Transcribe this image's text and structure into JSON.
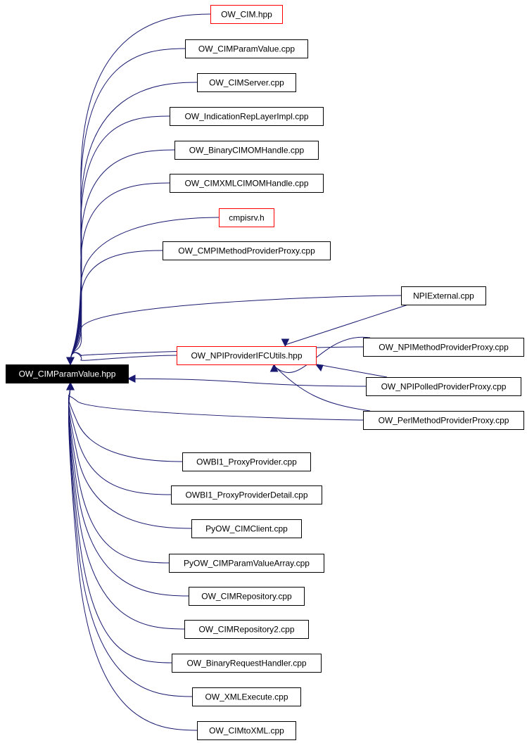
{
  "graph": {
    "root": {
      "id": "root",
      "label": "OW_CIMParamValue.hpp"
    },
    "nodes": [
      {
        "id": "n_cim_hpp",
        "label": "OW_CIM.hpp",
        "linked": false
      },
      {
        "id": "n_cimparamvalue_cpp",
        "label": "OW_CIMParamValue.cpp",
        "linked": true
      },
      {
        "id": "n_cimserver_cpp",
        "label": "OW_CIMServer.cpp",
        "linked": true
      },
      {
        "id": "n_indicationreplayerimpl_cpp",
        "label": "OW_IndicationRepLayerImpl.cpp",
        "linked": true
      },
      {
        "id": "n_binarycimomhandle_cpp",
        "label": "OW_BinaryCIMOMHandle.cpp",
        "linked": true
      },
      {
        "id": "n_cimxmlcimomhandle_cpp",
        "label": "OW_CIMXMLCIMOMHandle.cpp",
        "linked": true
      },
      {
        "id": "n_cmpisrv_h",
        "label": "cmpisrv.h",
        "linked": false
      },
      {
        "id": "n_cmpimethodproviderproxy_cpp",
        "label": "OW_CMPIMethodProviderProxy.cpp",
        "linked": true
      },
      {
        "id": "n_npiexternal_cpp",
        "label": "NPIExternal.cpp",
        "linked": true
      },
      {
        "id": "n_npiprovideriFCutils_hpp",
        "label": "OW_NPIProviderIFCUtils.hpp",
        "linked": false
      },
      {
        "id": "n_npimethodproviderproxy_cpp",
        "label": "OW_NPIMethodProviderProxy.cpp",
        "linked": true
      },
      {
        "id": "n_npipolledproviderproxy_cpp",
        "label": "OW_NPIPolledProviderProxy.cpp",
        "linked": true
      },
      {
        "id": "n_perlmethodproviderproxy_cpp",
        "label": "OW_PerlMethodProviderProxy.cpp",
        "linked": true
      },
      {
        "id": "n_owbi1_proxyprovider_cpp",
        "label": "OWBI1_ProxyProvider.cpp",
        "linked": true
      },
      {
        "id": "n_owbi1_proxyproviderdetail_cpp",
        "label": "OWBI1_ProxyProviderDetail.cpp",
        "linked": true
      },
      {
        "id": "n_pyow_cimclient_cpp",
        "label": "PyOW_CIMClient.cpp",
        "linked": true
      },
      {
        "id": "n_pyow_cimparamvaluearray_cpp",
        "label": "PyOW_CIMParamValueArray.cpp",
        "linked": true
      },
      {
        "id": "n_cimrepository_cpp",
        "label": "OW_CIMRepository.cpp",
        "linked": true
      },
      {
        "id": "n_cimrepository2_cpp",
        "label": "OW_CIMRepository2.cpp",
        "linked": true
      },
      {
        "id": "n_binaryrequesthandler_cpp",
        "label": "OW_BinaryRequestHandler.cpp",
        "linked": true
      },
      {
        "id": "n_xmlexecute_cpp",
        "label": "OW_XMLExecute.cpp",
        "linked": true
      },
      {
        "id": "n_cimtoxml_cpp",
        "label": "OW_CIMtoXML.cpp",
        "linked": true
      }
    ],
    "edges": [
      {
        "from": "n_cim_hpp",
        "to": "root"
      },
      {
        "from": "n_cimparamvalue_cpp",
        "to": "root"
      },
      {
        "from": "n_cimserver_cpp",
        "to": "root"
      },
      {
        "from": "n_indicationreplayerimpl_cpp",
        "to": "root"
      },
      {
        "from": "n_binarycimomhandle_cpp",
        "to": "root"
      },
      {
        "from": "n_cimxmlcimomhandle_cpp",
        "to": "root"
      },
      {
        "from": "n_cmpisrv_h",
        "to": "root"
      },
      {
        "from": "n_cmpimethodproviderproxy_cpp",
        "to": "root"
      },
      {
        "from": "n_npiexternal_cpp",
        "to": "root"
      },
      {
        "from": "n_npimethodproviderproxy_cpp",
        "to": "root"
      },
      {
        "from": "n_npiprovideriFCutils_hpp",
        "to": "root"
      },
      {
        "from": "n_npipolledproviderproxy_cpp",
        "to": "root"
      },
      {
        "from": "n_perlmethodproviderproxy_cpp",
        "to": "root"
      },
      {
        "from": "n_npiexternal_cpp",
        "to": "n_npiprovideriFCutils_hpp"
      },
      {
        "from": "n_npimethodproviderproxy_cpp",
        "to": "n_npiprovideriFCutils_hpp"
      },
      {
        "from": "n_npipolledproviderproxy_cpp",
        "to": "n_npiprovideriFCutils_hpp"
      },
      {
        "from": "n_perlmethodproviderproxy_cpp",
        "to": "n_npiprovideriFCutils_hpp"
      },
      {
        "from": "n_owbi1_proxyprovider_cpp",
        "to": "root"
      },
      {
        "from": "n_owbi1_proxyproviderdetail_cpp",
        "to": "root"
      },
      {
        "from": "n_pyow_cimclient_cpp",
        "to": "root"
      },
      {
        "from": "n_pyow_cimparamvaluearray_cpp",
        "to": "root"
      },
      {
        "from": "n_cimrepository_cpp",
        "to": "root"
      },
      {
        "from": "n_cimrepository2_cpp",
        "to": "root"
      },
      {
        "from": "n_binaryrequesthandler_cpp",
        "to": "root"
      },
      {
        "from": "n_xmlexecute_cpp",
        "to": "root"
      },
      {
        "from": "n_cimtoxml_cpp",
        "to": "root"
      }
    ],
    "colors": {
      "edge": "#191970",
      "unlinked_border": "#ff0000",
      "linked_border": "#000000",
      "root_fill": "#000000",
      "root_text": "#ffffff"
    }
  }
}
